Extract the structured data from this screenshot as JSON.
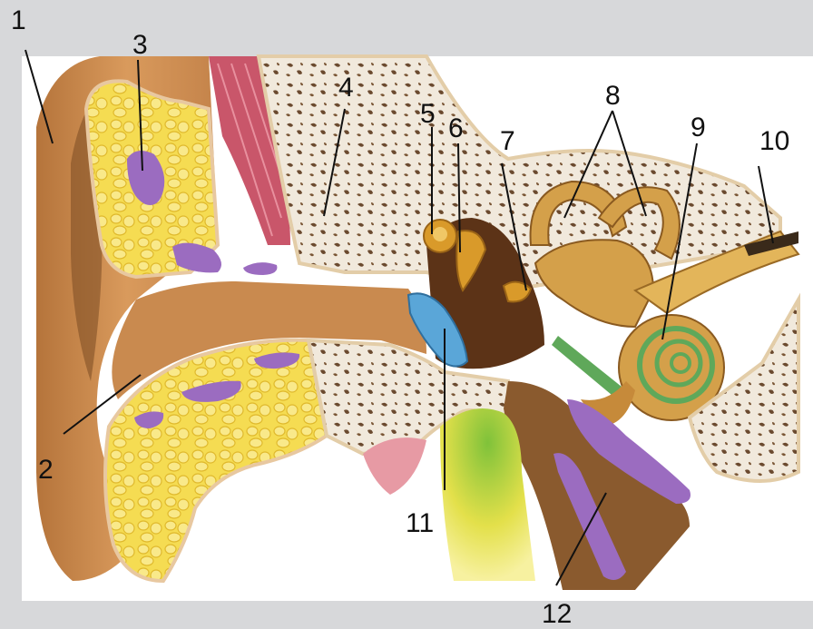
{
  "labels": {
    "l1": "1",
    "l2": "2",
    "l3": "3",
    "l4": "4",
    "l5": "5",
    "l6": "6",
    "l7": "7",
    "l8": "8",
    "l9": "9",
    "l10": "10",
    "l11": "11",
    "l12": "12"
  },
  "colors": {
    "background": "#d7d8da",
    "panel": "#ffffff",
    "skin": "#c98a4f",
    "cartilage": "#f3d64b",
    "bone": "#f1e9dc",
    "ossicles": "#d99a2a",
    "eardrum": "#5aa6d8",
    "tube": "#8a5a2e",
    "vessel": "#9b6cc0",
    "muscle": "#c9566a",
    "cochlea": "#d4a04a"
  }
}
